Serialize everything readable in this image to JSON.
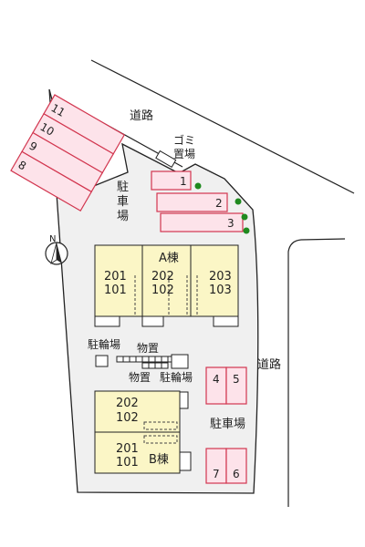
{
  "roads": {
    "north": "道路",
    "east": "道路"
  },
  "parking_labels": {
    "upper": [
      "駐",
      "車",
      "場"
    ],
    "lower": "駐車場"
  },
  "garbage_label": [
    "ゴミ",
    "置場"
  ],
  "compass": "N",
  "stalls_left": [
    "11",
    "10",
    "9",
    "8"
  ],
  "stalls_top": [
    "1",
    "2",
    "3"
  ],
  "stalls_mid": [
    "4",
    "5"
  ],
  "stalls_bottom": [
    "7",
    "6"
  ],
  "building_a": {
    "name": "A棟",
    "units": [
      {
        "upper": "201",
        "lower": "101"
      },
      {
        "upper": "202",
        "lower": "102"
      },
      {
        "upper": "203",
        "lower": "103"
      }
    ]
  },
  "building_b": {
    "name": "B棟",
    "units": [
      {
        "upper": "202",
        "lower": "102"
      },
      {
        "upper": "201",
        "lower": "101"
      }
    ]
  },
  "facilities": {
    "bike_parking_1": "駐輪場",
    "storage_1": "物置",
    "storage_2": "物置",
    "bike_parking_2": "駐輪場"
  }
}
